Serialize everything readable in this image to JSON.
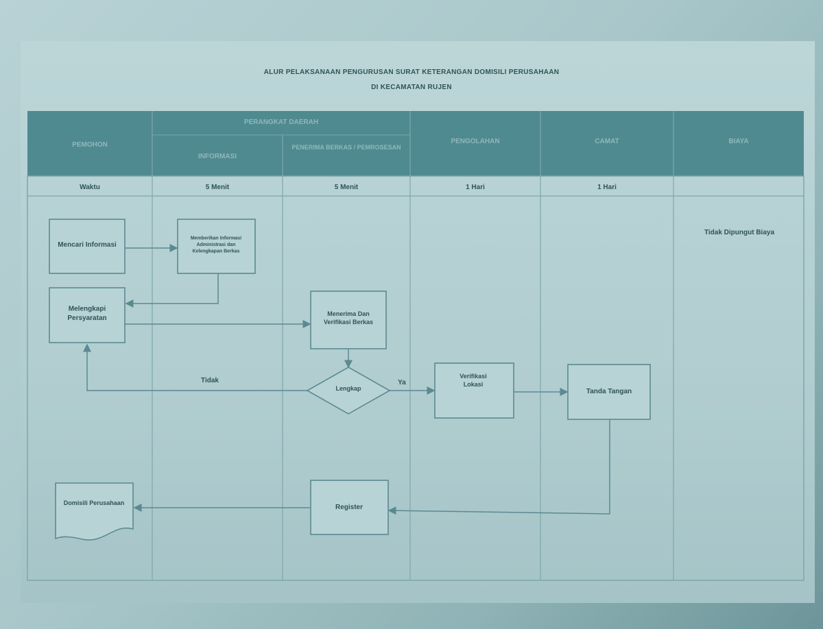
{
  "title": {
    "line1": "ALUR PELAKSANAAN PENGURUSAN SURAT KETERANGAN DOMISILI PERUSAHAAN",
    "line2": "DI KECAMATAN RUJEN"
  },
  "header": {
    "group_label": "PERANGKAT DAERAH",
    "lanes": [
      "PEMOHON",
      "INFORMASI",
      "PENERIMA BERKAS / PEMROSESAN",
      "PENGOLAHAN",
      "CAMAT",
      "BIAYA"
    ]
  },
  "durations": [
    "Waktu",
    "5 Menit",
    "5 Menit",
    "1 Hari",
    "1 Hari",
    ""
  ],
  "nodes": {
    "mencari": "Mencari Informasi",
    "memberikan": "Memberikan Informasi Administrasi dan Kelengkapan Berkas",
    "melengkapi": "Melengkapi Persyaratan",
    "menerima": "Menerima Dan Verifikasi Berkas",
    "lengkap": "Lengkap",
    "verifikasi": "Verifikasi Lokasi",
    "tanda": "Tanda Tangan",
    "register": "Register",
    "domisili": "Domisili Perusahaan",
    "biaya": "Tidak Dipungut Biaya"
  },
  "edge_labels": {
    "tidak": "Tidak",
    "ya": "Ya"
  },
  "colors": {
    "header": "#4f8a90",
    "line": "#5a8a90",
    "text": "#2f5257"
  }
}
